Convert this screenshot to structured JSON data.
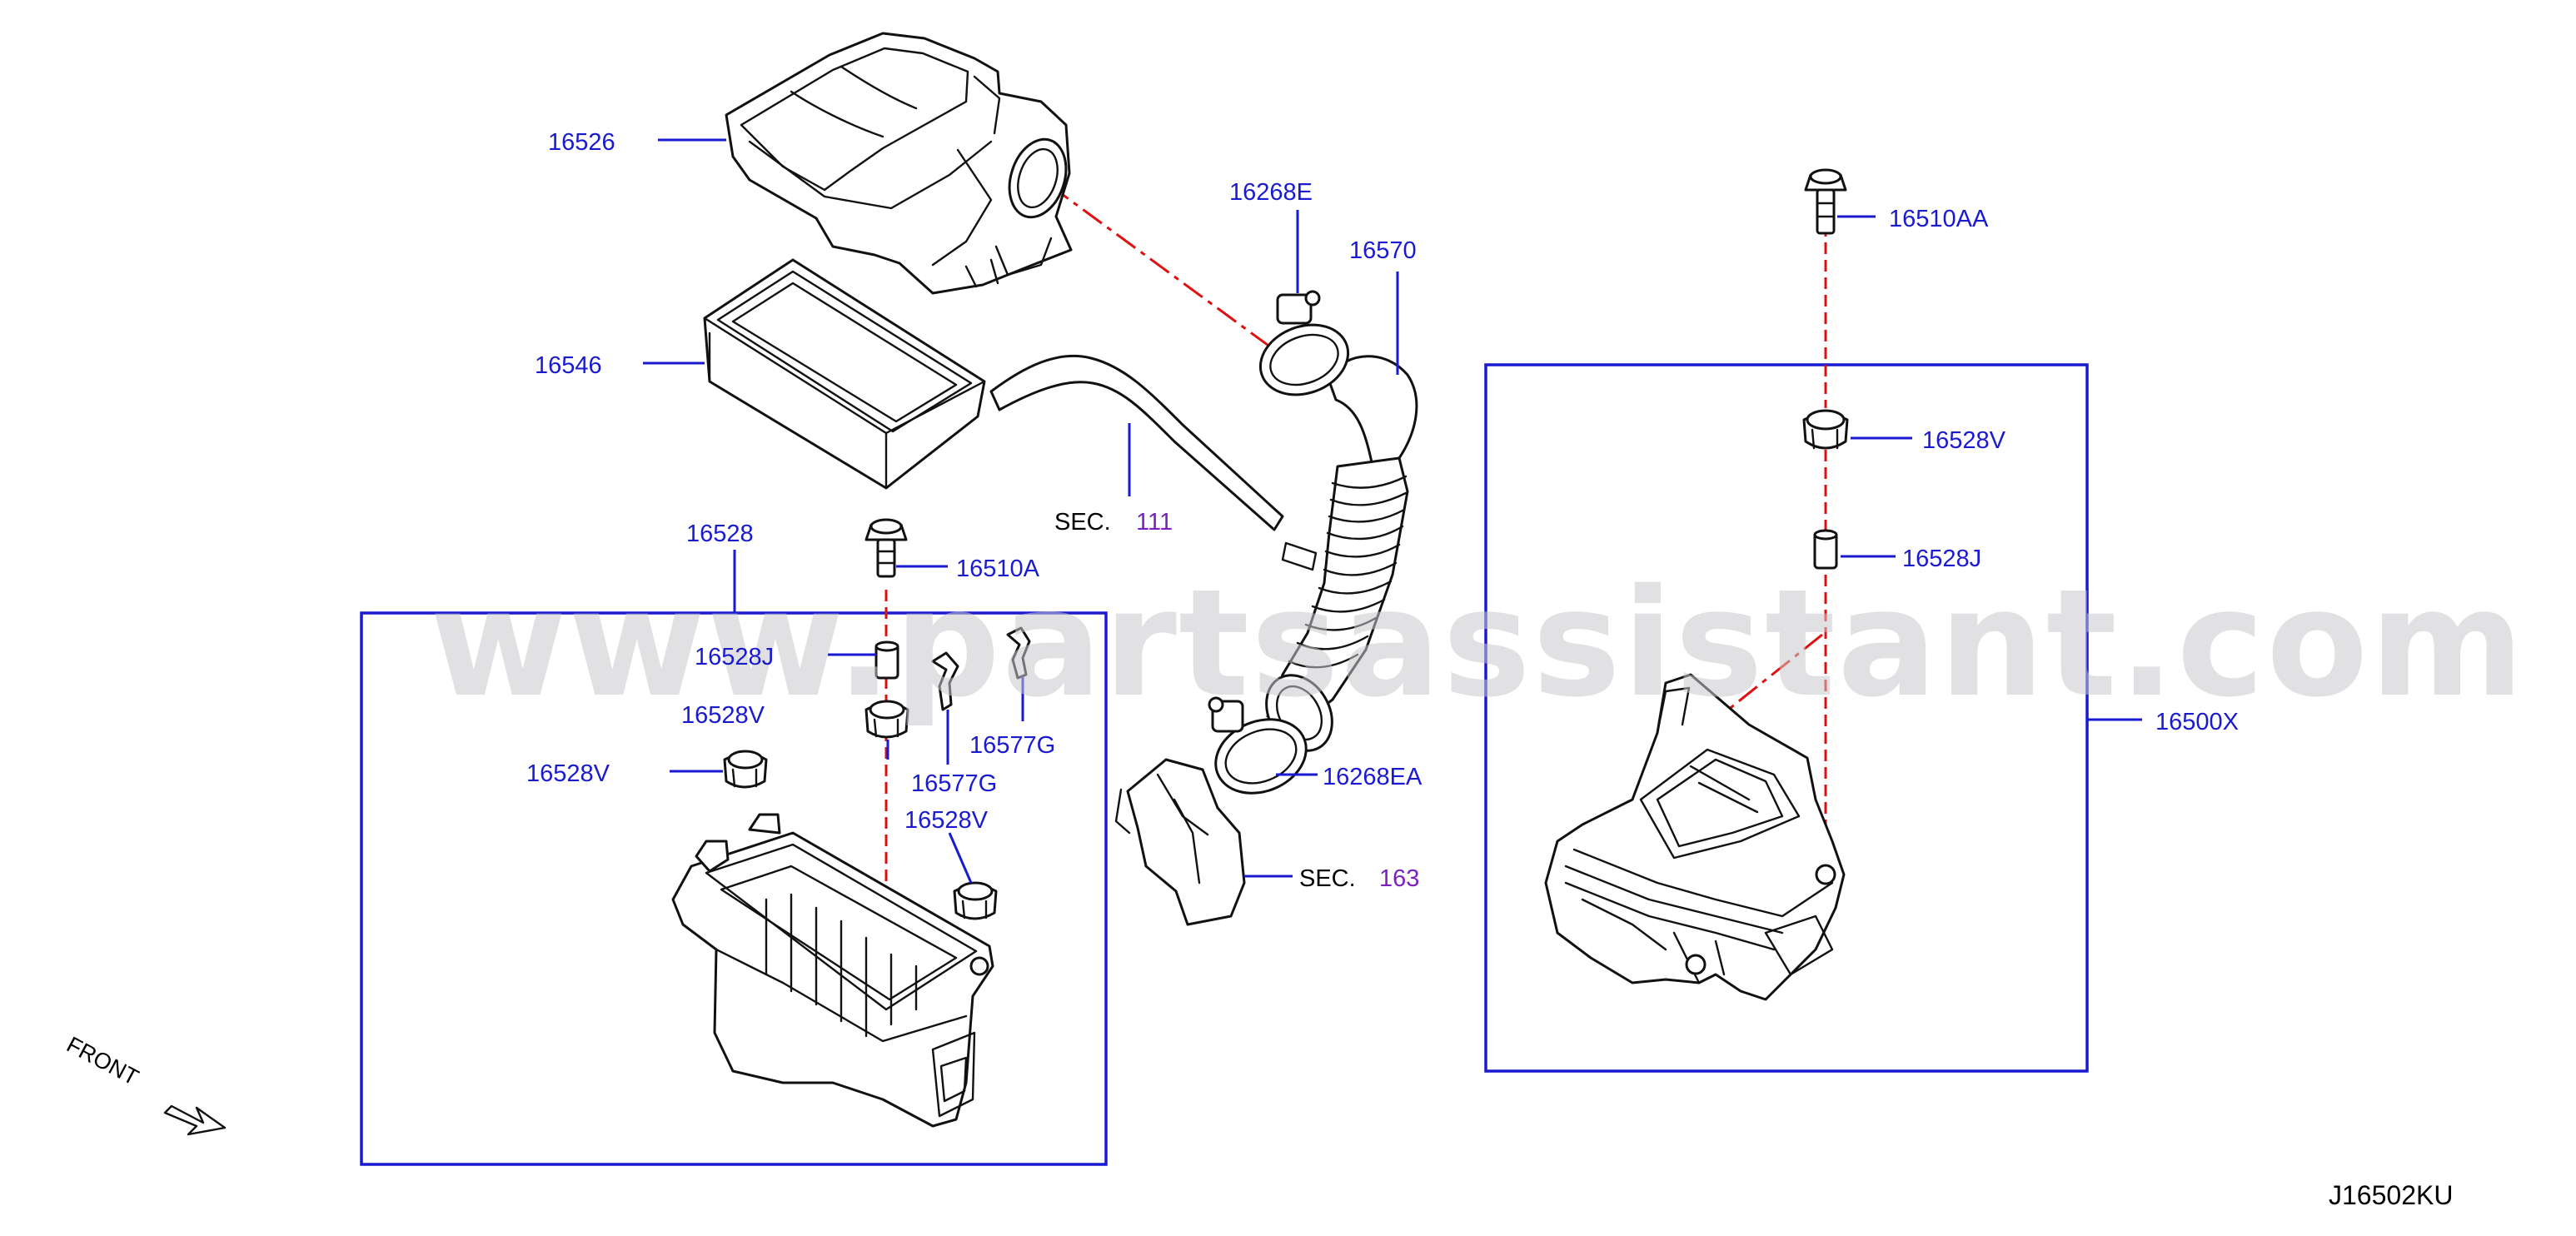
{
  "labels": {
    "p16526": "16526",
    "p16546": "16546",
    "p16268E": "16268E",
    "p16570": "16570",
    "p16510AA": "16510AA",
    "p16528V_right": "16528V",
    "p16528J_right": "16528J",
    "p16500X": "16500X",
    "p16528": "16528",
    "p16510A": "16510A",
    "p16528J_left": "16528J",
    "p16528V_upper": "16528V",
    "p16528V_left": "16528V",
    "p16528V_lower": "16528V",
    "p16577G_right": "16577G",
    "p16577G_lower": "16577G",
    "p16268EA": "16268EA"
  },
  "sections": {
    "sec111_text": "SEC.",
    "sec111_num": "111",
    "sec163_text": "SEC.",
    "sec163_num": "163"
  },
  "front_label": "FRONT",
  "diagram_code": "J16502KU",
  "watermark": "www.partsassistant.com",
  "colors": {
    "callout": "#1a1ad0",
    "centerline": "#e01010",
    "section_ref": "#7a1fc0",
    "watermark": "#c8c8cc"
  }
}
